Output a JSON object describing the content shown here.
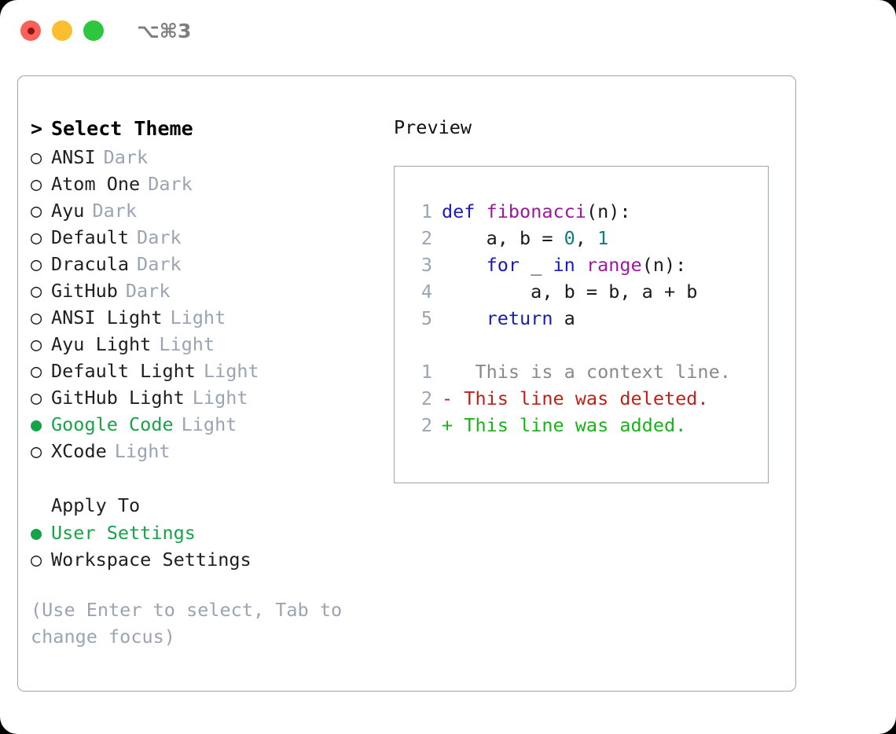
{
  "titlebar": {
    "shortcut": "⌥⌘3",
    "buttons": [
      {
        "name": "close",
        "label": "close"
      },
      {
        "name": "minimize",
        "label": "minimize"
      },
      {
        "name": "maximize",
        "label": "maximize"
      }
    ]
  },
  "colors": {
    "accent_green": "#16a34a",
    "muted": "#9aa4b2",
    "border": "#9aa6b4",
    "keyword": "#1a1ab8",
    "function": "#9b1a9b",
    "number": "#0f7b7b",
    "diff_add": "#19b319",
    "diff_del": "#c0201a",
    "diff_ctx": "#8a8a8a"
  },
  "theme_picker": {
    "heading_marker": ">",
    "heading": "Select Theme",
    "marker_selected": "●",
    "marker_unselected": "○",
    "items": [
      {
        "name": "ANSI",
        "variant": "Dark",
        "selected": false
      },
      {
        "name": "Atom One",
        "variant": "Dark",
        "selected": false
      },
      {
        "name": "Ayu",
        "variant": "Dark",
        "selected": false
      },
      {
        "name": "Default",
        "variant": "Dark",
        "selected": false
      },
      {
        "name": "Dracula",
        "variant": "Dark",
        "selected": false
      },
      {
        "name": "GitHub",
        "variant": "Dark",
        "selected": false
      },
      {
        "name": "ANSI Light",
        "variant": "Light",
        "selected": false
      },
      {
        "name": "Ayu Light",
        "variant": "Light",
        "selected": false
      },
      {
        "name": "Default Light",
        "variant": "Light",
        "selected": false
      },
      {
        "name": "GitHub Light",
        "variant": "Light",
        "selected": false
      },
      {
        "name": "Google Code",
        "variant": "Light",
        "selected": true
      },
      {
        "name": "XCode",
        "variant": "Light",
        "selected": false
      }
    ]
  },
  "apply_to": {
    "heading": "Apply To",
    "items": [
      {
        "name": "User Settings",
        "selected": true
      },
      {
        "name": "Workspace Settings",
        "selected": false
      }
    ]
  },
  "hint": "(Use Enter to select, Tab to change focus)",
  "preview": {
    "title": "Preview",
    "code_lines": [
      {
        "lineno": "1",
        "tokens": [
          {
            "t": "def",
            "k": "kw"
          },
          {
            "t": " ",
            "k": "plain"
          },
          {
            "t": "fibonacci",
            "k": "fn"
          },
          {
            "t": "(n):",
            "k": "punc"
          }
        ]
      },
      {
        "lineno": "2",
        "tokens": [
          {
            "t": "    a, b = ",
            "k": "plain"
          },
          {
            "t": "0",
            "k": "num"
          },
          {
            "t": ", ",
            "k": "plain"
          },
          {
            "t": "1",
            "k": "num"
          }
        ]
      },
      {
        "lineno": "3",
        "tokens": [
          {
            "t": "    ",
            "k": "plain"
          },
          {
            "t": "for",
            "k": "kw"
          },
          {
            "t": " _ ",
            "k": "plain"
          },
          {
            "t": "in",
            "k": "kw"
          },
          {
            "t": " ",
            "k": "plain"
          },
          {
            "t": "range",
            "k": "fn"
          },
          {
            "t": "(n):",
            "k": "punc"
          }
        ]
      },
      {
        "lineno": "4",
        "tokens": [
          {
            "t": "        a, b = b, a + b",
            "k": "plain"
          }
        ]
      },
      {
        "lineno": "5",
        "tokens": [
          {
            "t": "    ",
            "k": "plain"
          },
          {
            "t": "return",
            "k": "kw"
          },
          {
            "t": " a",
            "k": "plain"
          }
        ]
      }
    ],
    "diff_lines": [
      {
        "lineno": "1",
        "sign": " ",
        "text": "  This is a context line.",
        "kind": "ctx"
      },
      {
        "lineno": "2",
        "sign": "-",
        "text": " This line was deleted.",
        "kind": "del"
      },
      {
        "lineno": "2",
        "sign": "+",
        "text": " This line was added.",
        "kind": "add"
      }
    ]
  }
}
